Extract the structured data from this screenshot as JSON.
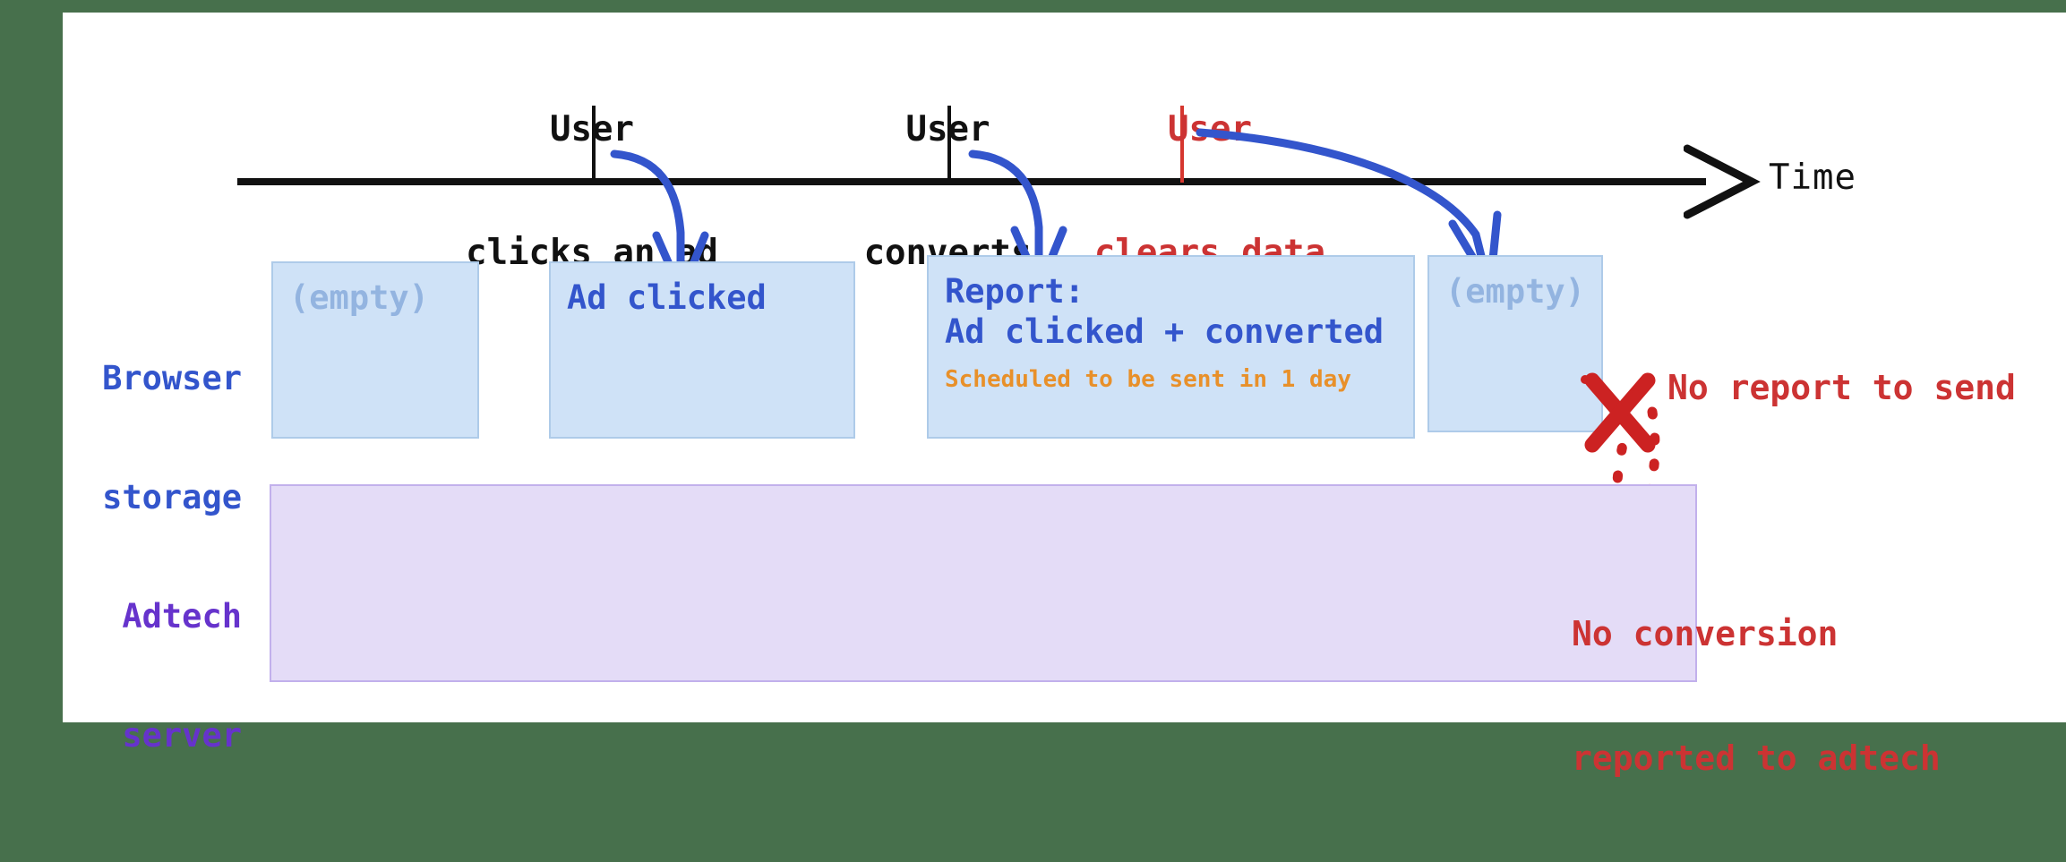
{
  "colors": {
    "page_background": "#47704c",
    "panel_background": "#ffffff",
    "timeline": "#111111",
    "arrow_blue": "#3355cc",
    "storage_fill": "#cfe2f7",
    "storage_border": "#aecbe9",
    "storage_text": "#3355cc",
    "storage_text_muted": "#93b4e0",
    "schedule_note": "#e8902a",
    "server_fill": "#e4dcf7",
    "server_border": "#c2b0ec",
    "server_text": "#6633cc",
    "alert_red": "#cc3333",
    "tick_red": "#d6372f"
  },
  "timeline": {
    "axis_label": "Time",
    "events": [
      {
        "id": "click",
        "line1": "User",
        "line2": "clicks an ad",
        "color": "black",
        "tick_color": "black"
      },
      {
        "id": "convert",
        "line1": "User",
        "line2": "converts",
        "color": "black",
        "tick_color": "black"
      },
      {
        "id": "clear",
        "line1": "User",
        "line2": "clears data",
        "color": "red",
        "tick_color": "red"
      }
    ]
  },
  "rows": {
    "browser": {
      "line1": "Browser",
      "line2": "storage"
    },
    "adtech": {
      "line1": "Adtech",
      "line2": "server"
    }
  },
  "storage_boxes": [
    {
      "id": "b1",
      "lines": [
        {
          "text": "(empty)",
          "style": "muted"
        }
      ]
    },
    {
      "id": "b2",
      "lines": [
        {
          "text": "Ad clicked",
          "style": "strong"
        }
      ]
    },
    {
      "id": "b3",
      "lines": [
        {
          "text": "Report:",
          "style": "strong"
        },
        {
          "text": "Ad clicked + converted",
          "style": "strong"
        },
        {
          "text": "Scheduled to be sent in 1 day",
          "style": "note"
        }
      ]
    },
    {
      "id": "b4",
      "lines": [
        {
          "text": "(empty)",
          "style": "muted"
        }
      ]
    }
  ],
  "annotations": {
    "no_report": "No report to send",
    "no_conversion_line1": "No conversion",
    "no_conversion_line2": "reported to adtech"
  }
}
